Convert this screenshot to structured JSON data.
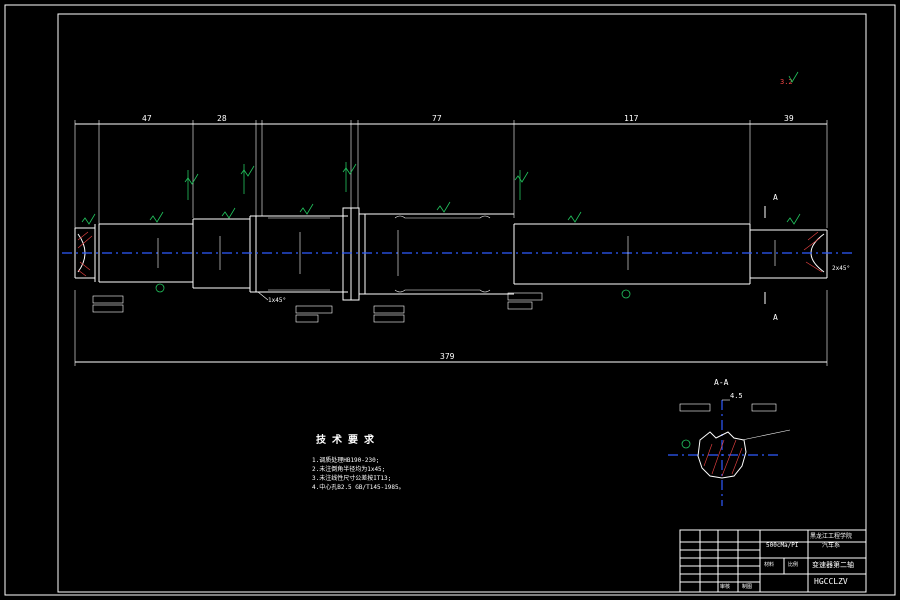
{
  "drawing": {
    "dims": {
      "d1": "47",
      "d2": "28",
      "d3": "77",
      "d4": "117",
      "d5": "39",
      "total": "379",
      "keyway": "4.5"
    },
    "chamfer_label": "1x45°",
    "chamfer_label_right": "2x45°",
    "section_letter": "A",
    "section_title": "A-A",
    "tech_title": "技 术 要 求",
    "tech_items": [
      "1.调质处理HB190-230;",
      "2.未注倒角半径均为1x45;",
      "3.未注线性尺寸公差按IT13;",
      "4.中心孔B2.5 GB/T145-1985。"
    ],
    "title_block": {
      "scale_text": "500cMa/PI",
      "university": "黑龙江工程学院",
      "dept": "汽车系",
      "part_name": "变速器第二轴",
      "drawing_no": "HGCCLZV",
      "label_material": "材料",
      "label_scale": "比例",
      "label_drawn": "制图",
      "label_checked": "审核"
    }
  }
}
